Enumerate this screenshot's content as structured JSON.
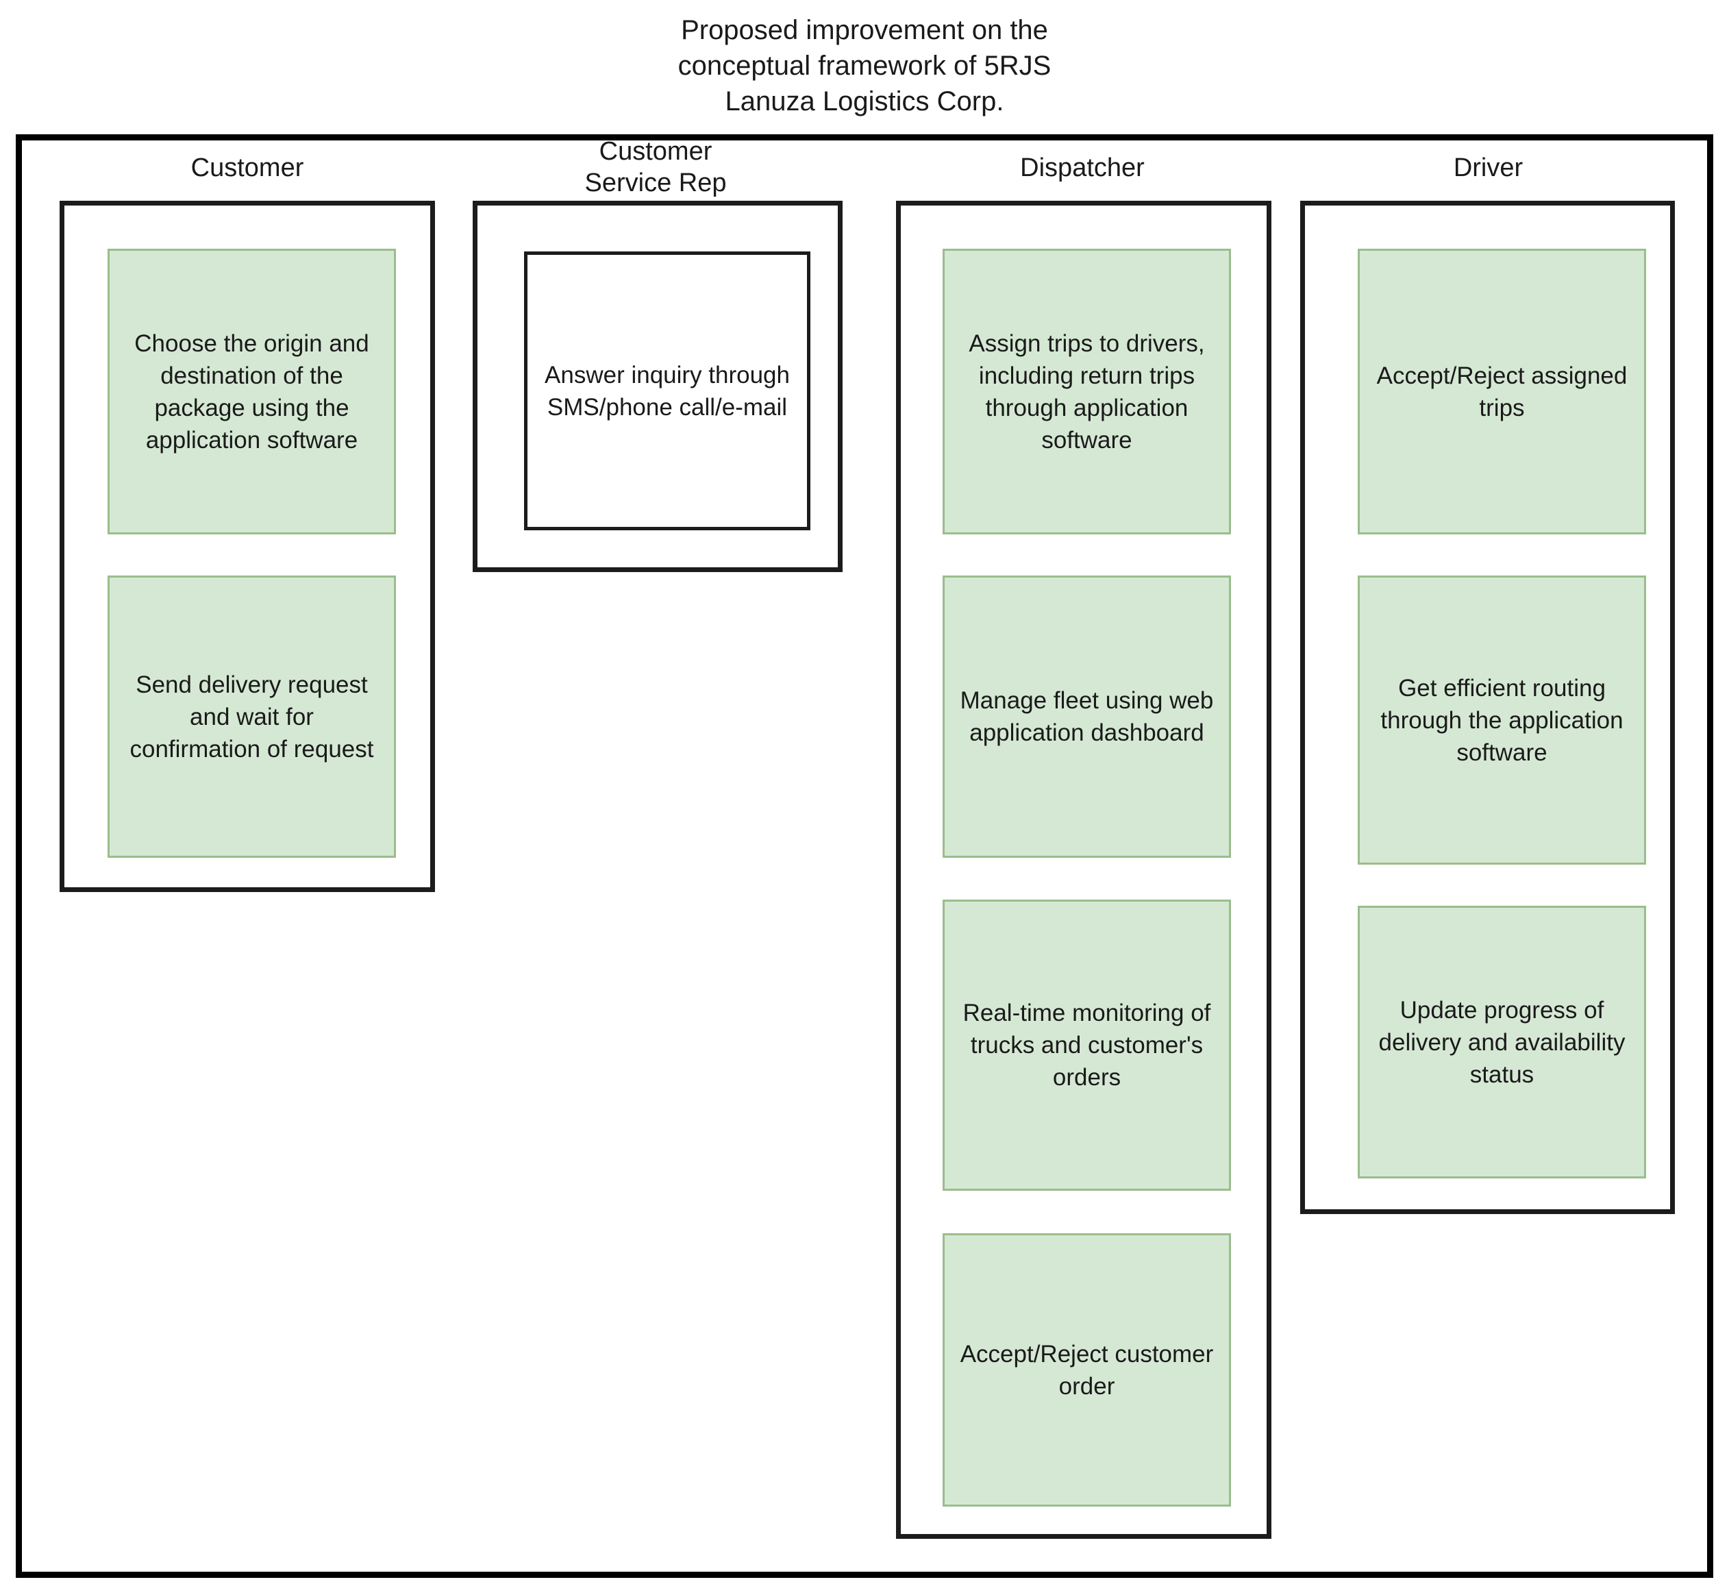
{
  "title": "Proposed improvement on the\nconceptual framework of 5RJS\nLanuza Logistics Corp.",
  "colors": {
    "task_fill_green": "#d5e8d4",
    "task_border_green": "#9abd8c",
    "task_fill_white": "#ffffff",
    "task_border_black": "#1c1c1c",
    "frame_border": "#000000",
    "text": "#1a1a1a",
    "background": "#ffffff"
  },
  "lanes": [
    {
      "id": "customer",
      "header": "Customer",
      "tasks": [
        {
          "id": "customer-task-1",
          "style": "green",
          "text": "Choose the origin and\ndestination of the\npackage using the\napplication software"
        },
        {
          "id": "customer-task-2",
          "style": "green",
          "text": "Send delivery request\nand wait for\nconfirmation of request"
        }
      ]
    },
    {
      "id": "customer-service-rep",
      "header": "Customer\nService Rep",
      "tasks": [
        {
          "id": "csr-task-1",
          "style": "white",
          "text": "Answer inquiry through\nSMS/phone call/e-mail"
        }
      ]
    },
    {
      "id": "dispatcher",
      "header": "Dispatcher",
      "tasks": [
        {
          "id": "dispatcher-task-1",
          "style": "green",
          "text": "Assign trips to drivers,\nincluding return trips\nthrough application\nsoftware"
        },
        {
          "id": "dispatcher-task-2",
          "style": "green",
          "text": "Manage fleet using web\napplication dashboard"
        },
        {
          "id": "dispatcher-task-3",
          "style": "green",
          "text": "Real-time monitoring of\ntrucks and customer's\norders"
        },
        {
          "id": "dispatcher-task-4",
          "style": "green",
          "text": "Accept/Reject customer\norder"
        }
      ]
    },
    {
      "id": "driver",
      "header": "Driver",
      "tasks": [
        {
          "id": "driver-task-1",
          "style": "green",
          "text": "Accept/Reject assigned\ntrips"
        },
        {
          "id": "driver-task-2",
          "style": "green",
          "text": "Get efficient routing\nthrough the application\nsoftware"
        },
        {
          "id": "driver-task-3",
          "style": "green",
          "text": "Update progress of\ndelivery and availability\nstatus"
        }
      ]
    }
  ]
}
